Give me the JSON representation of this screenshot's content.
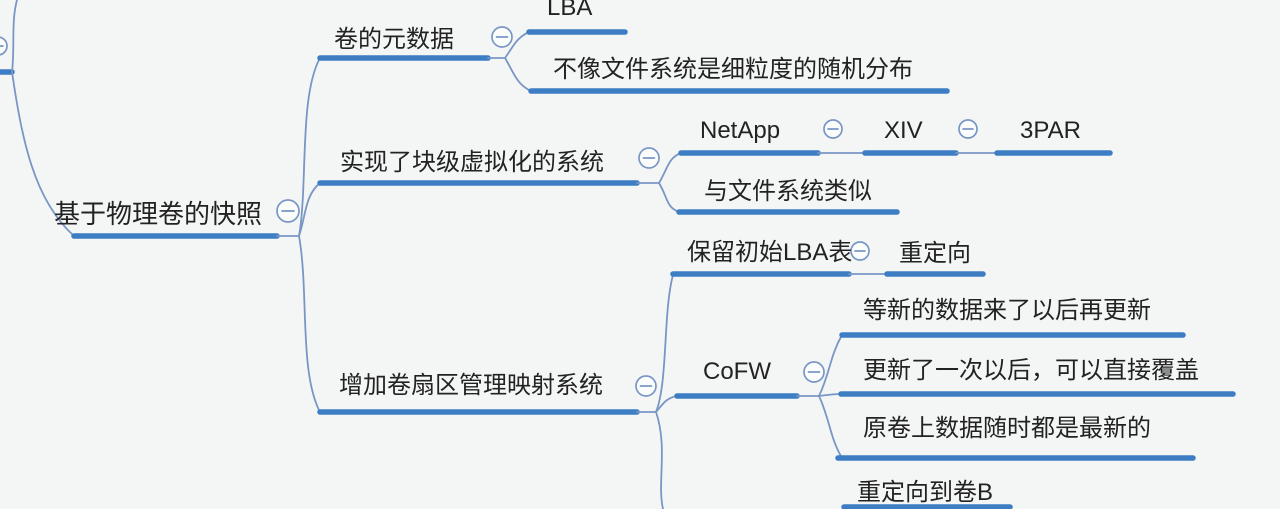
{
  "app": {
    "type": "mindmap-canvas",
    "colors": {
      "background": "#f4f6f5",
      "branch_line": "#3d7dc4",
      "thin_line": "#7996c5",
      "text": "#222222",
      "collapse_icon_stroke": "#7996c5",
      "collapse_icon_fill": "#fbfdfc"
    },
    "icons": {
      "collapse": "collapse-minus-icon"
    }
  },
  "mindmap": {
    "main_topic": {
      "label": "基于物理卷的快照"
    },
    "branches": [
      {
        "label": "卷的元数据",
        "children": [
          {
            "label": "LBA"
          },
          {
            "label": "不像文件系统是细粒度的随机分布"
          }
        ]
      },
      {
        "label": "实现了块级虚拟化的系统",
        "children": [
          {
            "label": "NetApp",
            "children": [
              {
                "label": "XIV",
                "children": [
                  {
                    "label": "3PAR"
                  }
                ]
              }
            ]
          },
          {
            "label": "与文件系统类似"
          }
        ]
      },
      {
        "label": "增加卷扇区管理映射系统",
        "children": [
          {
            "label": "保留初始LBA表",
            "children": [
              {
                "label": "重定向"
              }
            ]
          },
          {
            "label": "CoFW",
            "children": [
              {
                "label": "等新的数据来了以后再更新"
              },
              {
                "label": "更新了一次以后，可以直接覆盖"
              },
              {
                "label": "原卷上数据随时都是最新的"
              }
            ]
          },
          {
            "label": "重定向到卷B"
          }
        ]
      }
    ]
  }
}
